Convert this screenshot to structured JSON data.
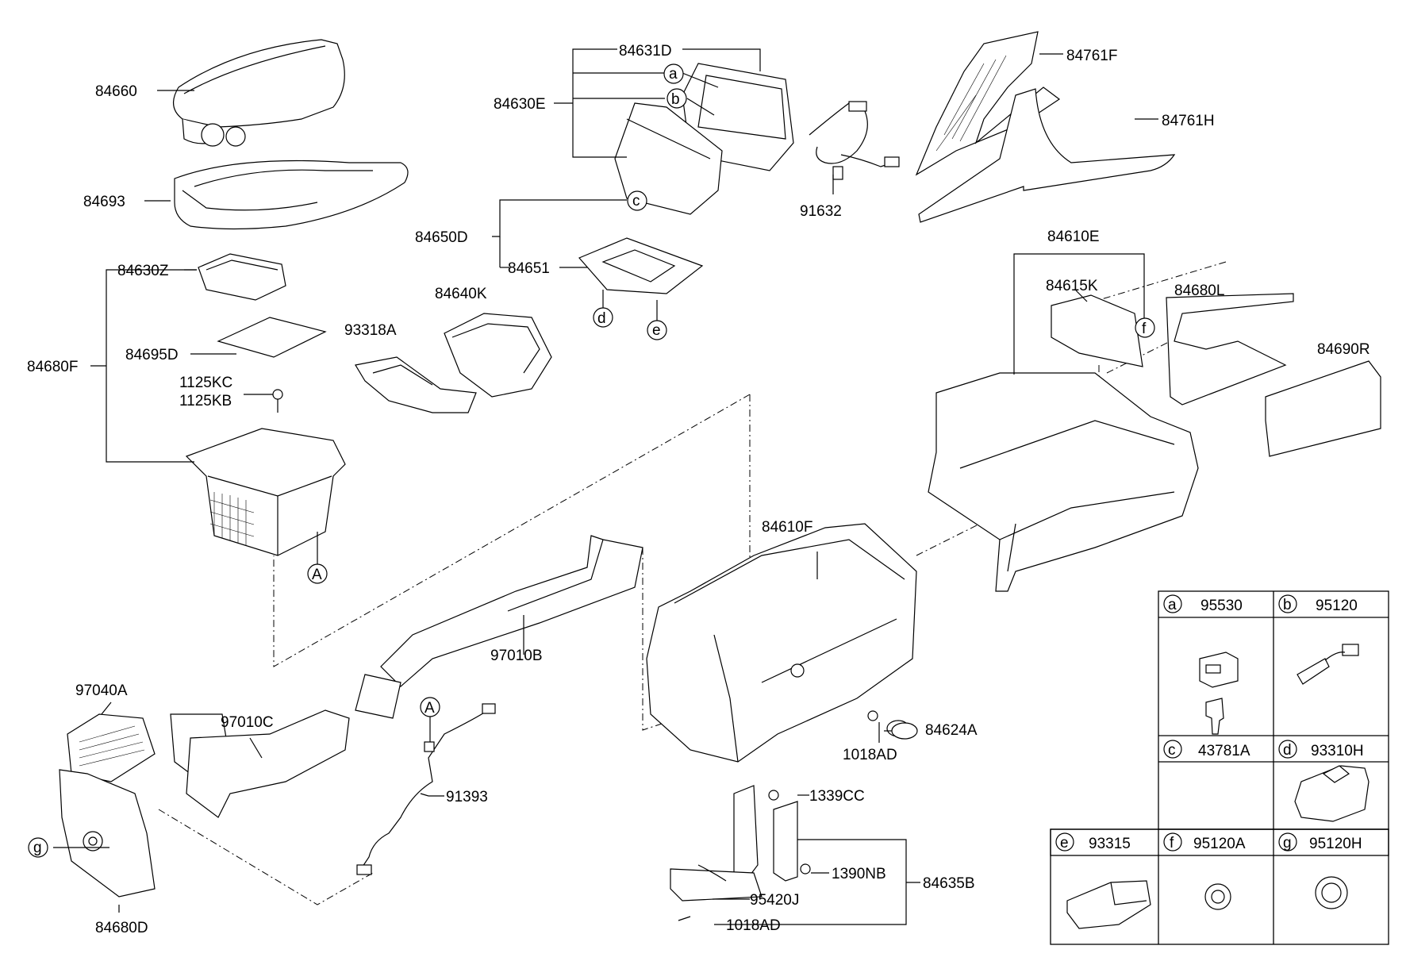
{
  "callouts": {
    "c84660": "84660",
    "c84693": "84693",
    "c84630Z": "84630Z",
    "c84695D": "84695D",
    "c84680F": "84680F",
    "c1125KC": "1125KC",
    "c1125KB": "1125KB",
    "c84631D": "84631D",
    "c84630E": "84630E",
    "c91632": "91632",
    "c84650D": "84650D",
    "c84651": "84651",
    "c84640K": "84640K",
    "c93318A": "93318A",
    "c84761F": "84761F",
    "c84761H": "84761H",
    "c84610E": "84610E",
    "c84615K": "84615K",
    "c84680L": "84680L",
    "c84690R": "84690R",
    "c84610F": "84610F",
    "c97010B": "97010B",
    "c97040A": "97040A",
    "c97010C": "97010C",
    "c91393": "91393",
    "c84680D": "84680D",
    "c84624A": "84624A",
    "c1018AD_a": "1018AD",
    "c1339CC": "1339CC",
    "c1390NB": "1390NB",
    "c84635B": "84635B",
    "c95420J": "95420J",
    "c1018AD_b": "1018AD"
  },
  "refs": {
    "a": "a",
    "b": "b",
    "c": "c",
    "d": "d",
    "e": "e",
    "f": "f",
    "g": "g",
    "A1": "A",
    "A2": "A"
  },
  "legend": [
    {
      "letter": "a",
      "part": "95530"
    },
    {
      "letter": "b",
      "part": "95120"
    },
    {
      "letter": "c",
      "part": "43781A"
    },
    {
      "letter": "d",
      "part": "93310H"
    },
    {
      "letter": "e",
      "part": "93315"
    },
    {
      "letter": "f",
      "part": "95120A"
    },
    {
      "letter": "g",
      "part": "95120H"
    }
  ]
}
